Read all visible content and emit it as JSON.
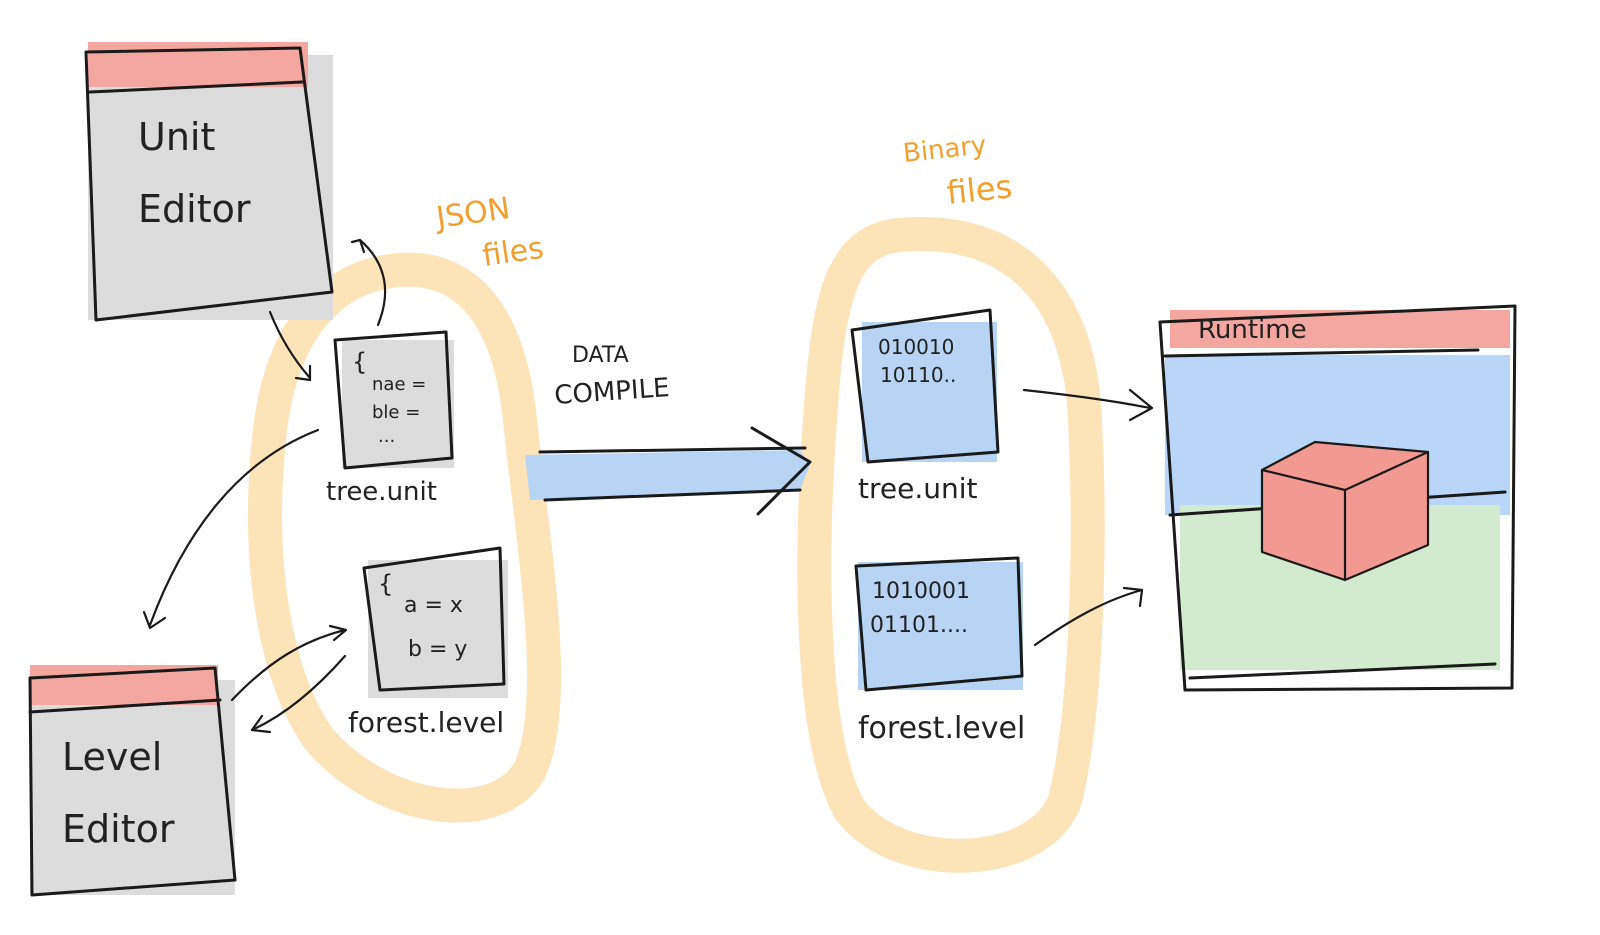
{
  "unit_editor": {
    "line1": "Unit",
    "line2": "Editor"
  },
  "level_editor": {
    "line1": "Level",
    "line2": "Editor"
  },
  "json_group": {
    "label_line1": "JSON",
    "label_line2": "files"
  },
  "binary_group": {
    "label_line1": "Binary",
    "label_line2": "files"
  },
  "json_unit_file": {
    "brace": "{",
    "lines": [
      "nae =",
      "ble =",
      "..."
    ],
    "filename": "tree.unit"
  },
  "json_level_file": {
    "brace": "{",
    "lines": [
      "a = x",
      "b = y"
    ],
    "filename": "forest.level"
  },
  "compile": {
    "line1": "DATA",
    "line2": "COMPILE"
  },
  "binary_unit_file": {
    "lines": [
      "010010",
      "10110.."
    ],
    "filename": "tree.unit"
  },
  "binary_level_file": {
    "lines": [
      "1010001",
      "01101...."
    ],
    "filename": "forest.level"
  },
  "runtime": {
    "title": "Runtime"
  },
  "colors": {
    "titlebar": "#f4a6a0",
    "window_body": "#dcdcdc",
    "group_highlight": "#fde3b8",
    "binary_fill": "#b7d4f5",
    "sky": "#b9d5f7",
    "ground": "#d4ead0",
    "cube": "#f29a92",
    "accent_text": "#f0a030"
  }
}
